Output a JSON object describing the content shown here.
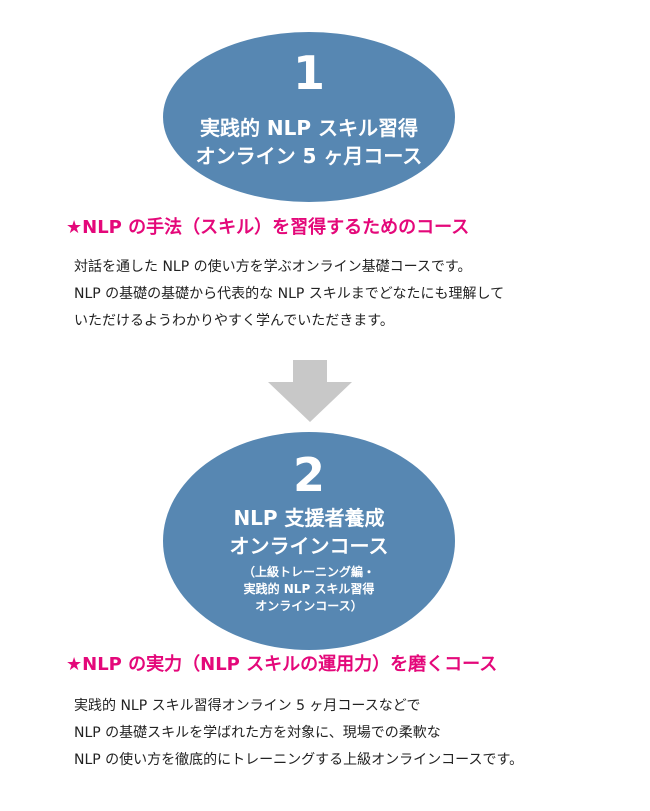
{
  "colors": {
    "ellipse_fill": "#5787b2",
    "heading_accent": "#e4087a",
    "arrow_gray": "#c8c8c8",
    "body_text": "#222222"
  },
  "step1": {
    "number": "1",
    "title_lines": [
      "実践的 NLP スキル習得",
      "オンライン 5 ヶ月コース"
    ],
    "heading": "★NLP の手法（スキル）を習得するためのコース",
    "desc_lines": [
      "対話を通した NLP の使い方を学ぶオンライン基礎コースです。",
      "NLP の基礎の基礎から代表的な NLP スキルまでどなたにも理解して",
      "いただけるようわかりやすく学んでいただきます。"
    ]
  },
  "arrow": {
    "icon": "down-arrow-icon"
  },
  "step2": {
    "number": "2",
    "title_lines": [
      "NLP 支援者養成",
      "オンラインコース"
    ],
    "sub_lines": [
      "（上級トレーニング編・",
      "実践的 NLP スキル習得",
      "オンラインコース）"
    ],
    "heading": "★NLP の実力（NLP スキルの運用力）を磨くコース",
    "desc_lines": [
      "実践的 NLP スキル習得オンライン 5 ヶ月コースなどで",
      "NLP の基礎スキルを学ばれた方を対象に、現場での柔軟な",
      "NLP の使い方を徹底的にトレーニングする上級オンラインコースです。"
    ]
  }
}
